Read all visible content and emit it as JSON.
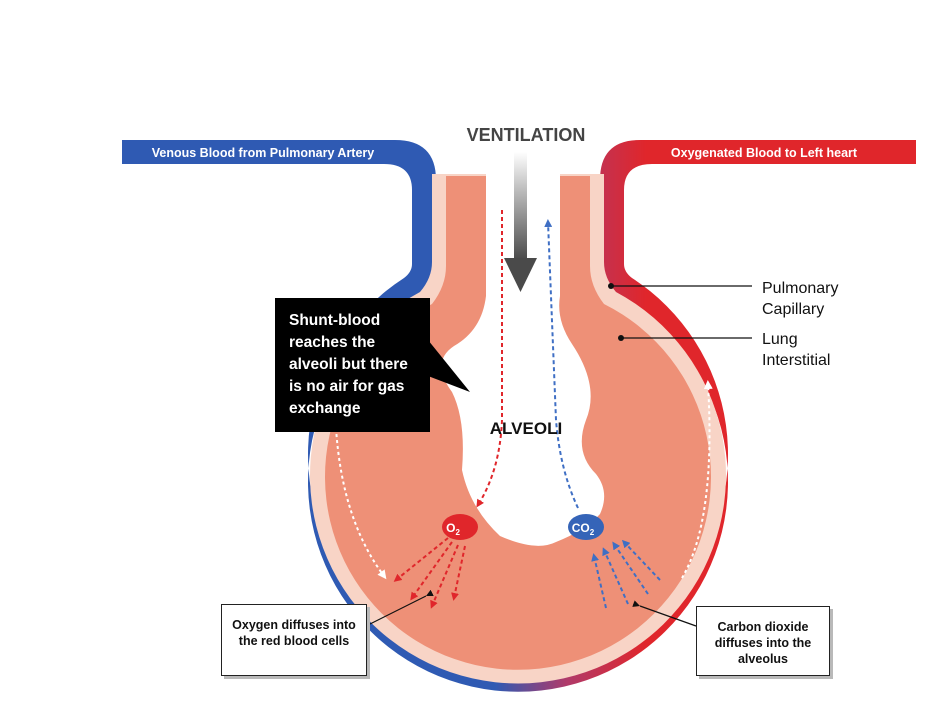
{
  "labels": {
    "ventilation": "VENTILATION",
    "venous": "Venous Blood from Pulmonary Artery",
    "oxygenated": "Oxygenated Blood to Left heart",
    "capillary_line1": "Pulmonary",
    "capillary_line2": "Capillary",
    "interstitial_line1": "Lung",
    "interstitial_line2": "Interstitial",
    "alveoli": "ALVEOLI",
    "o2": "O",
    "o2_sub": "2",
    "co2": "CO",
    "co2_sub": "2",
    "shunt": "Shunt-blood reaches the alveoli but there is no air for gas exchange",
    "oxygen_diffuses": "Oxygen diffuses into the red blood cells",
    "co2_diffuses": "Carbon dioxide diffuses into the alveolus"
  },
  "colors": {
    "venous_blue": "#2f5ab3",
    "arterial_red": "#e0262b",
    "interstitial": "#ee9077",
    "capillary_pale": "#f8d4c6",
    "arrow_grey": "#555555"
  }
}
